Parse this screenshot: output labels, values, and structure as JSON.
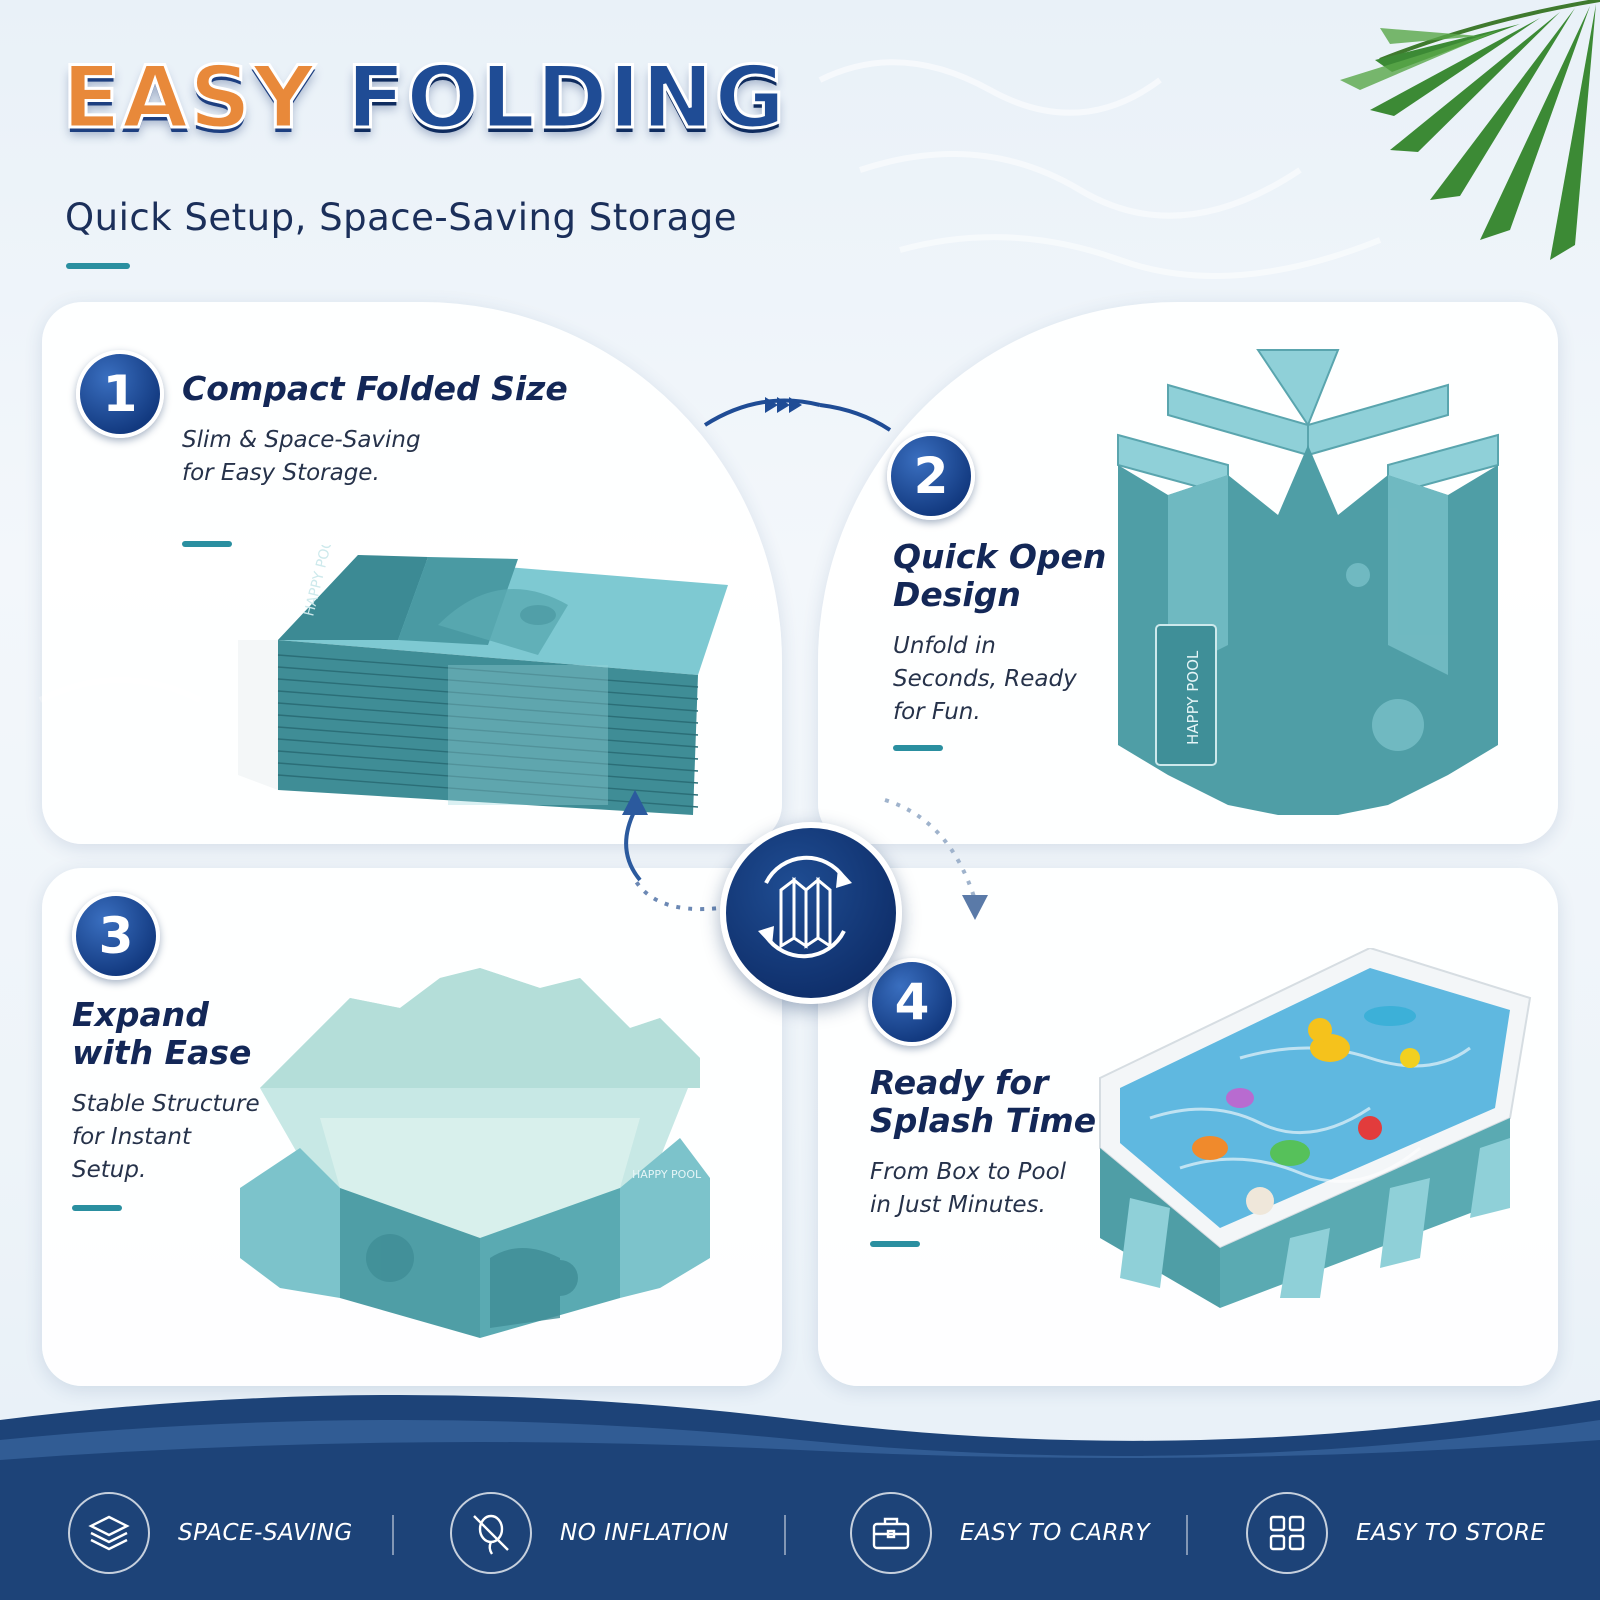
{
  "header": {
    "headline_word1": "EASY",
    "headline_word2": "FOLDING",
    "subtitle": "Quick Setup, Space-Saving Storage"
  },
  "steps": [
    {
      "number": "1",
      "title_line1": "Compact Folded Size",
      "title_line2": "",
      "desc_lines": [
        "Slim & Space-Saving",
        "for Easy Storage."
      ]
    },
    {
      "number": "2",
      "title_line1": "Quick Open",
      "title_line2": "Design",
      "desc_lines": [
        "Unfold in",
        "Seconds, Ready",
        "for Fun."
      ]
    },
    {
      "number": "3",
      "title_line1": "Expand",
      "title_line2": "with Ease",
      "desc_lines": [
        "Stable Structure",
        "for Instant",
        "Setup."
      ]
    },
    {
      "number": "4",
      "title_line1": "Ready for",
      "title_line2": "Splash Time",
      "desc_lines": [
        "From Box to Pool",
        "in Just Minutes."
      ]
    }
  ],
  "product_print": "HAPPY POOL",
  "features": [
    {
      "label": "SPACE-SAVING",
      "icon": "layers-icon"
    },
    {
      "label": "NO INFLATION",
      "icon": "no-balloon-icon"
    },
    {
      "label": "EASY TO CARRY",
      "icon": "briefcase-icon"
    },
    {
      "label": "EASY TO STORE",
      "icon": "grid-icon"
    }
  ],
  "colors": {
    "navy": "#132757",
    "brand_blue": "#1f4c95",
    "orange": "#e8893a",
    "teal": "#2a8fa0",
    "pool_teal": "#4f9ea6",
    "footer_navy": "#1d4378"
  }
}
